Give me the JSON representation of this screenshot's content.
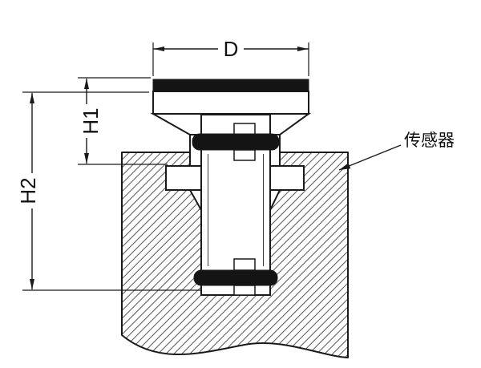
{
  "diagram": {
    "type": "technical-section-drawing",
    "dimension_labels": {
      "diameter": "D",
      "height1": "H1",
      "height2": "H2"
    },
    "callouts": {
      "sensor": "传感器"
    },
    "colors": {
      "line": "#1a1a1a",
      "hatch": "#555555",
      "solid": "#141414",
      "background": "#ffffff"
    }
  }
}
